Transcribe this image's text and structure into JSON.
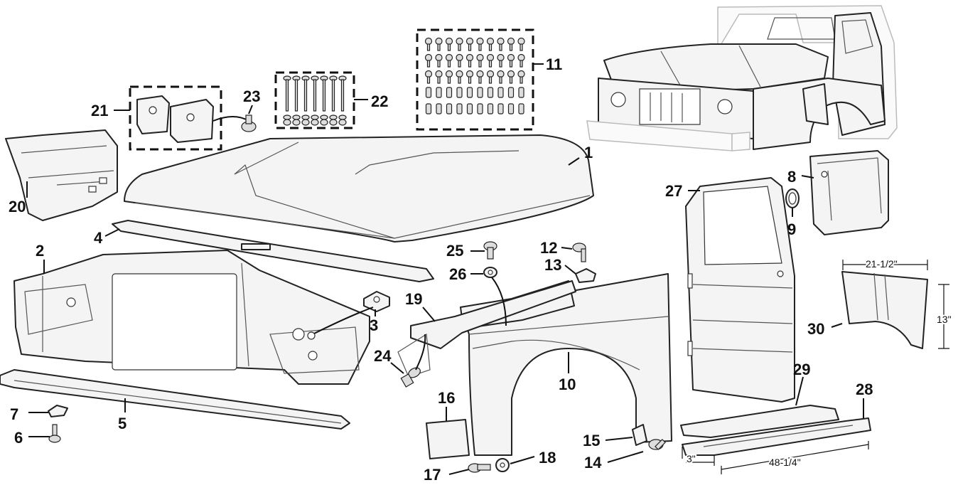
{
  "callouts": [
    {
      "id": "c1",
      "text": "1"
    },
    {
      "id": "c2",
      "text": "2"
    },
    {
      "id": "c3",
      "text": "3"
    },
    {
      "id": "c4",
      "text": "4"
    },
    {
      "id": "c5",
      "text": "5"
    },
    {
      "id": "c6",
      "text": "6"
    },
    {
      "id": "c7",
      "text": "7"
    },
    {
      "id": "c8",
      "text": "8"
    },
    {
      "id": "c9",
      "text": "9"
    },
    {
      "id": "c10",
      "text": "10"
    },
    {
      "id": "c11",
      "text": "11"
    },
    {
      "id": "c12",
      "text": "12"
    },
    {
      "id": "c13",
      "text": "13"
    },
    {
      "id": "c14",
      "text": "14"
    },
    {
      "id": "c15",
      "text": "15"
    },
    {
      "id": "c16",
      "text": "16"
    },
    {
      "id": "c17",
      "text": "17"
    },
    {
      "id": "c18",
      "text": "18"
    },
    {
      "id": "c19",
      "text": "19"
    },
    {
      "id": "c20",
      "text": "20"
    },
    {
      "id": "c21",
      "text": "21"
    },
    {
      "id": "c22",
      "text": "22"
    },
    {
      "id": "c23",
      "text": "23"
    },
    {
      "id": "c24",
      "text": "24"
    },
    {
      "id": "c25",
      "text": "25"
    },
    {
      "id": "c26",
      "text": "26"
    },
    {
      "id": "c27",
      "text": "27"
    },
    {
      "id": "c28",
      "text": "28"
    },
    {
      "id": "c29",
      "text": "29"
    },
    {
      "id": "c30",
      "text": "30"
    }
  ],
  "dimensions": {
    "cab_corner_width": "21-1/2\"",
    "cab_corner_height": "13\"",
    "rocker_length": "48-1/4\"",
    "rocker_width": "3\""
  }
}
